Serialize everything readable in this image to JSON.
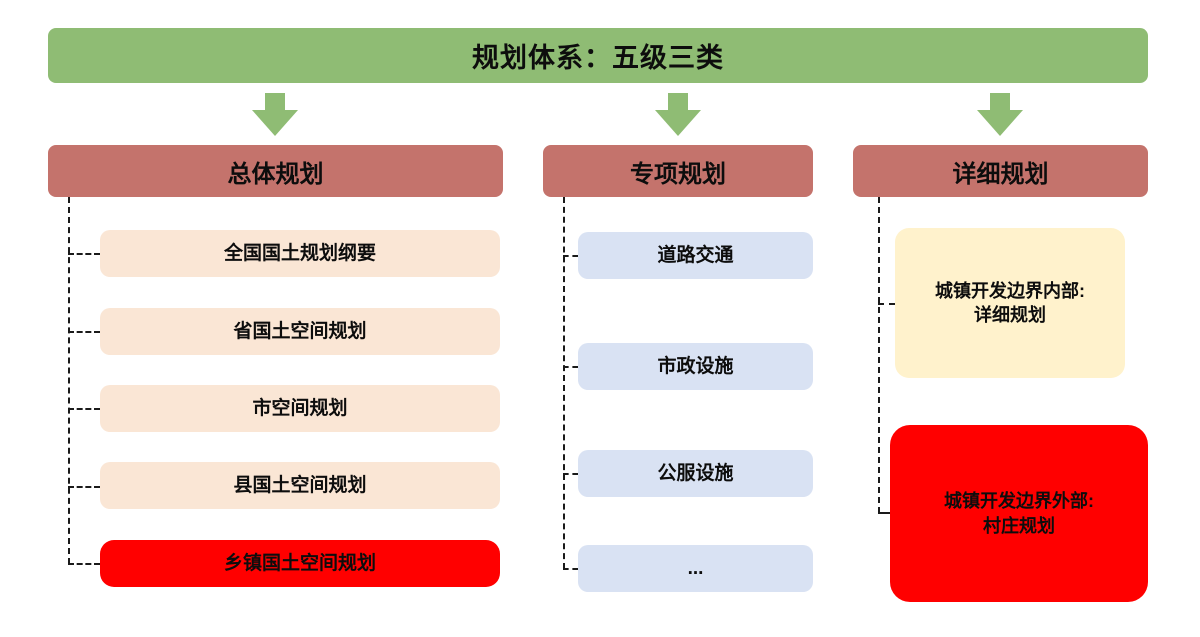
{
  "title": "规划体系：五级三类",
  "colors": {
    "banner_green": "#8fbc74",
    "header_salmon": "#c4736c",
    "item_peach": "#fae6d5",
    "item_blue": "#d9e2f3",
    "item_yellow": "#fff2cc",
    "item_red": "#ff0000",
    "text": "#0d0d0d"
  },
  "columns": [
    {
      "header": "总体规划",
      "items": [
        "全国国土规划纲要",
        "省国土空间规划",
        "市空间规划",
        "县国土空间规划",
        "乡镇国土空间规划"
      ]
    },
    {
      "header": "专项规划",
      "items": [
        "道路交通",
        "市政设施",
        "公服设施",
        "..."
      ]
    },
    {
      "header": "详细规划",
      "items": [
        "城镇开发边界内部:\n详细规划",
        "城镇开发边界外部:\n村庄规划"
      ]
    }
  ]
}
